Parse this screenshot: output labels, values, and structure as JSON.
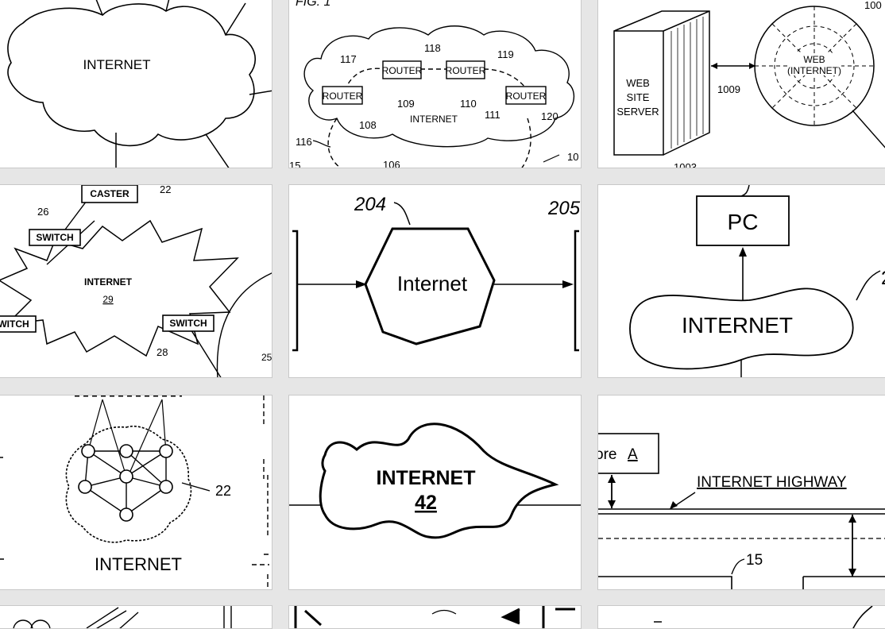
{
  "tiles": {
    "t1": {
      "label": "INTERNET"
    },
    "t2": {
      "fig": "FIG. 1",
      "routers": [
        "ROUTER",
        "ROUTER",
        "ROUTER",
        "ROUTER"
      ],
      "internet": "INTERNET",
      "refs": [
        "117",
        "118",
        "119",
        "109",
        "110",
        "108",
        "111",
        "120",
        "116",
        "106",
        "15",
        "10"
      ]
    },
    "t3": {
      "server": [
        "WEB",
        "SITE",
        "SERVER"
      ],
      "web": [
        "WEB",
        "(INTERNET)"
      ],
      "refs": [
        "1009",
        "100",
        "1003"
      ]
    },
    "t4": {
      "boxes": [
        "CASTER",
        "SWITCH",
        "WITCH",
        "SWITCH"
      ],
      "label": "INTERNET",
      "num": "29",
      "refs": [
        "22",
        "26",
        "28",
        "25"
      ]
    },
    "t5": {
      "label": "Internet",
      "refs": [
        "204",
        "205"
      ]
    },
    "t6": {
      "box": "PC",
      "label": "INTERNET",
      "ref": "2"
    },
    "t7": {
      "label": "INTERNET",
      "ref": "22"
    },
    "t8": {
      "label": "INTERNET",
      "num": "42"
    },
    "t9": {
      "box": "ore",
      "boxletter": "A",
      "highway": "INTERNET HIGHWAY",
      "ref": "15"
    }
  }
}
